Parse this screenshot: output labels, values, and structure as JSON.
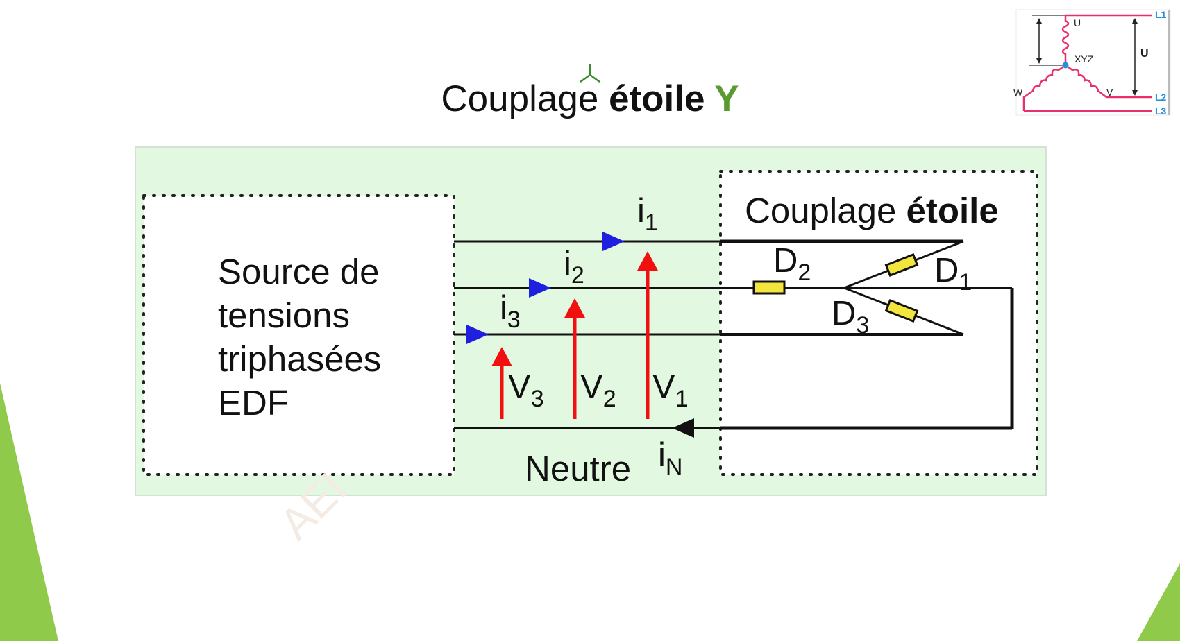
{
  "title": {
    "prefix": "Couplage ",
    "bold": "étoile ",
    "symbol": "Y"
  },
  "source_text": [
    "Source de",
    "tensions",
    "triphasées",
    "EDF"
  ],
  "load_label": {
    "prefix": "Couplage ",
    "bold": "étoile"
  },
  "neutral_label": "Neutre",
  "currents": [
    {
      "sym": "i",
      "sub": "1"
    },
    {
      "sym": "i",
      "sub": "2"
    },
    {
      "sym": "i",
      "sub": "3"
    },
    {
      "sym": "i",
      "sub": "N"
    }
  ],
  "voltages": [
    {
      "sym": "V",
      "sub": "1"
    },
    {
      "sym": "V",
      "sub": "2"
    },
    {
      "sym": "V",
      "sub": "3"
    }
  ],
  "loads": [
    {
      "sym": "D",
      "sub": "1"
    },
    {
      "sym": "D",
      "sub": "2"
    },
    {
      "sym": "D",
      "sub": "3"
    }
  ],
  "inset": {
    "lines": [
      "L1",
      "L2",
      "L3"
    ],
    "windings": [
      "U",
      "V",
      "W"
    ],
    "neutral": "XYZ",
    "voltage": "U"
  },
  "watermark": "AEI",
  "colors": {
    "panel": "#e3f8e0",
    "arrow_current": "#1f1fe0",
    "arrow_voltage": "#f01010",
    "resistor": "#f2e63c",
    "accent_green": "#5a9a32",
    "deco_green": "#8fca4a",
    "inset_line": "#e8306a",
    "inset_label": "#2a8fd8"
  }
}
